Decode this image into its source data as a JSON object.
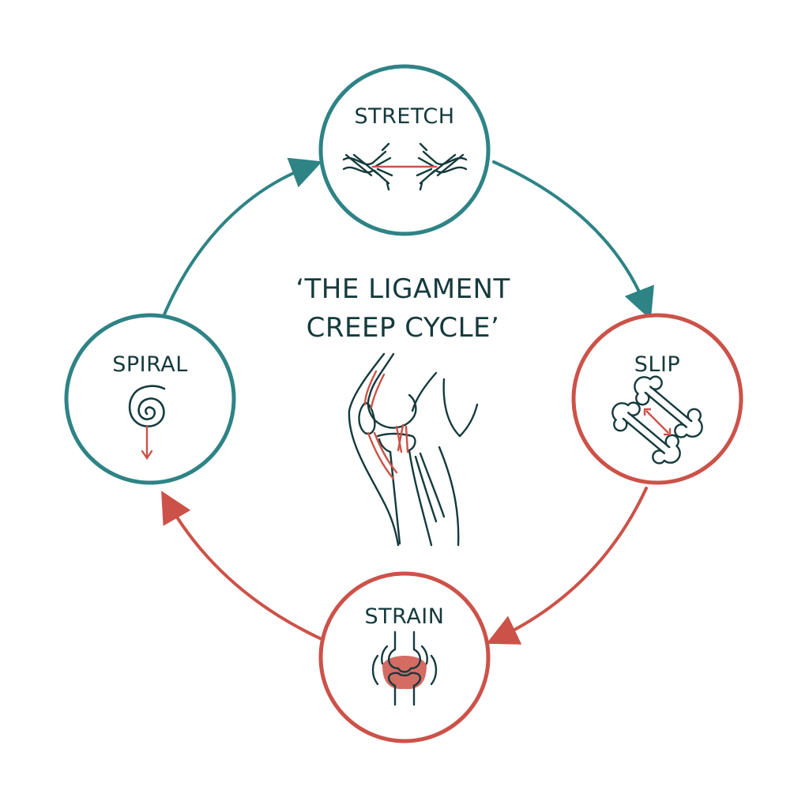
{
  "title": {
    "line1": "‘THE LIGAMENT",
    "line2": "CREEP CYCLE’"
  },
  "colors": {
    "teal": "#2e8385",
    "red": "#cc5249",
    "dark": "#153a3c",
    "background": "#ffffff"
  },
  "nodes": [
    {
      "id": "stretch",
      "label": "STRETCH",
      "ring_color": "teal",
      "icon": "frayed-rope-icon"
    },
    {
      "id": "slip",
      "label": "SLIP",
      "ring_color": "red",
      "icon": "sliding-bones-icon"
    },
    {
      "id": "strain",
      "label": "STRAIN",
      "ring_color": "red",
      "icon": "inflamed-joint-icon"
    },
    {
      "id": "spiral",
      "label": "SPIRAL",
      "ring_color": "teal",
      "icon": "downward-spiral-icon"
    }
  ],
  "arrows": [
    {
      "from": "spiral",
      "to": "stretch",
      "color": "teal"
    },
    {
      "from": "stretch",
      "to": "slip",
      "color": "teal"
    },
    {
      "from": "slip",
      "to": "strain",
      "color": "red"
    },
    {
      "from": "strain",
      "to": "spiral",
      "color": "red"
    }
  ],
  "center_icon": "knee-joint-icon"
}
